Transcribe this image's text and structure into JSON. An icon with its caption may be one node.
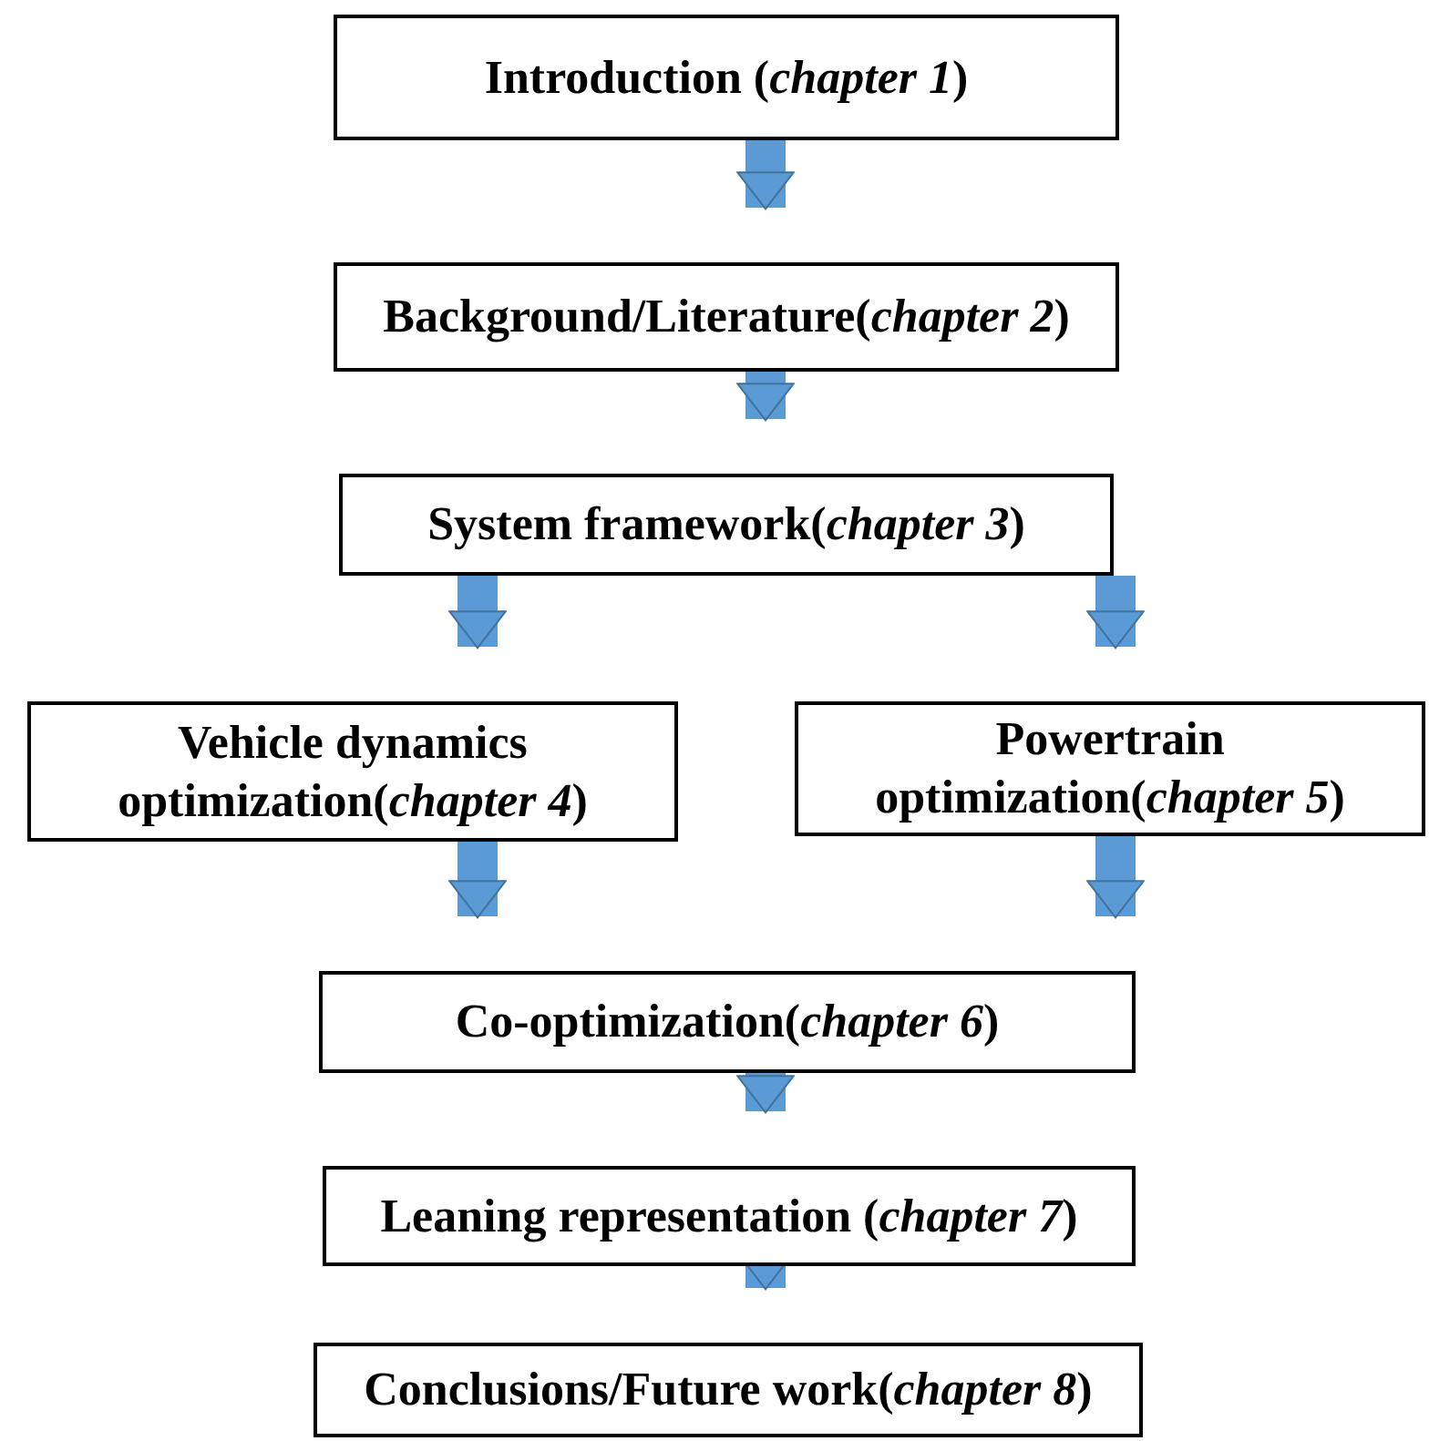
{
  "diagram": {
    "nodes": [
      {
        "text": [
          "Introduction (*chapter 1*)"
        ]
      },
      {
        "text": [
          "Background/Literature(*chapter 2*)"
        ]
      },
      {
        "text": [
          "System framework(*chapter 3*)"
        ]
      },
      {
        "text": [
          "Vehicle dynamics optimization(*chapter 4*)"
        ]
      },
      {
        "text": [
          "Powertrain optimization(*chapter 5*)"
        ]
      },
      {
        "text": [
          "Co-optimization(*chapter 6*)"
        ]
      },
      {
        "text": [
          "Leaning representation (*chapter 7*)"
        ]
      },
      {
        "text": [
          "Conclusions/Future work(*chapter 8*)"
        ]
      }
    ],
    "edges": [
      {
        "from": 0,
        "to": 1,
        "arrow": "to"
      },
      {
        "from": 1,
        "to": 2,
        "arrow": "to"
      },
      {
        "from": 2,
        "to": 3,
        "arrow": "to"
      },
      {
        "from": 2,
        "to": 4,
        "arrow": "to"
      },
      {
        "from": 3,
        "to": 5,
        "arrow": "to"
      },
      {
        "from": 4,
        "to": 5,
        "arrow": "to"
      },
      {
        "from": 5,
        "to": 6,
        "arrow": "to"
      },
      {
        "from": 6,
        "to": 7,
        "arrow": "to"
      }
    ]
  }
}
